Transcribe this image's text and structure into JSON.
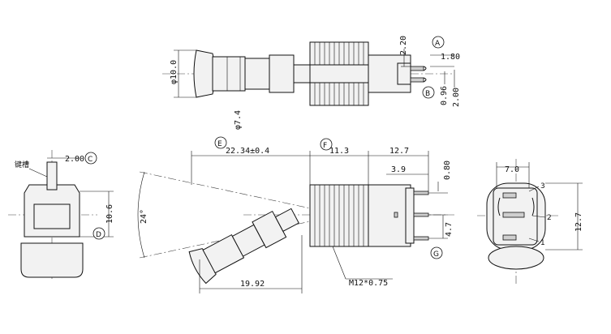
{
  "top_view": {
    "dia_knob": "φ10.0",
    "dia_shaft": "φ7.4",
    "pin_w": "2.20",
    "pin_gap": "1.80",
    "pin_pitch_a": "0.96",
    "pin_pitch_b": "2.00",
    "tag_a": "A",
    "tag_b": "B"
  },
  "left_view": {
    "groove_label": "键槽",
    "groove_w": "2.00",
    "height": "10.6",
    "tag_c": "C",
    "tag_d": "D"
  },
  "front_view": {
    "len_e": "22.34±0.4",
    "len_f": "11.3",
    "len_g": "12.7",
    "pin_len": "3.9",
    "pin_t": "0.80",
    "pin_pitch": "4.7",
    "angle": "24°",
    "knob_len": "19.92",
    "thread": "M12*0.75",
    "tag_e": "E",
    "tag_f": "F",
    "tag_g": "G"
  },
  "right_view": {
    "width": "7.0",
    "height": "12.7",
    "pin1": "1",
    "pin2": "2",
    "pin3": "3"
  }
}
